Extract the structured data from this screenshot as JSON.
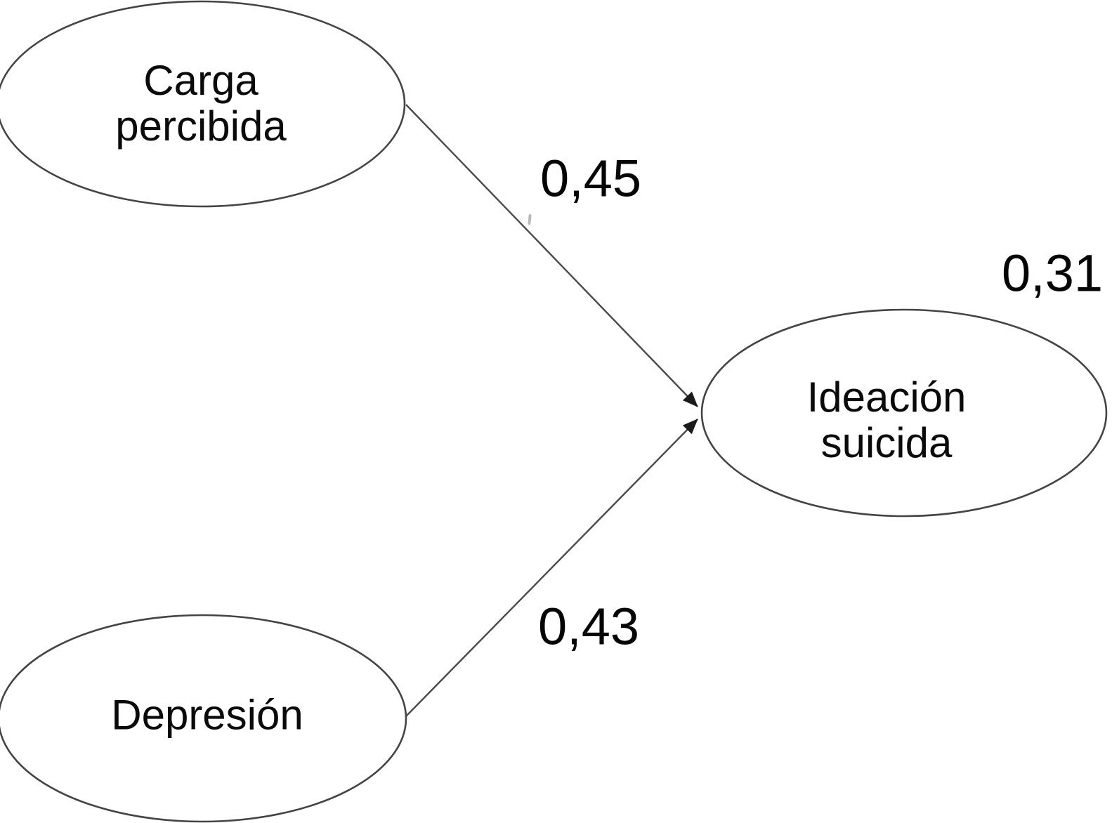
{
  "diagram": {
    "type": "path-diagram",
    "background_color": "#ffffff",
    "stroke_color": "#444444",
    "text_color": "#0a0a0a",
    "nodes": [
      {
        "id": "carga-percibida",
        "shape": "ellipse",
        "label": [
          "Carga",
          "percibida"
        ]
      },
      {
        "id": "depresion",
        "shape": "ellipse",
        "label": [
          "Depresión"
        ]
      },
      {
        "id": "ideacion-suicida",
        "shape": "ellipse",
        "label": [
          "Ideación",
          "suicida"
        ]
      }
    ],
    "edges": [
      {
        "from": "carga-percibida",
        "to": "ideacion-suicida",
        "coefficient": "0,45",
        "arrow": true
      },
      {
        "from": "depresion",
        "to": "ideacion-suicida",
        "coefficient": "0,43",
        "arrow": true
      }
    ],
    "annotations": [
      {
        "text": "0,31",
        "attached_to": "ideacion-suicida",
        "position": "top-right"
      }
    ]
  }
}
